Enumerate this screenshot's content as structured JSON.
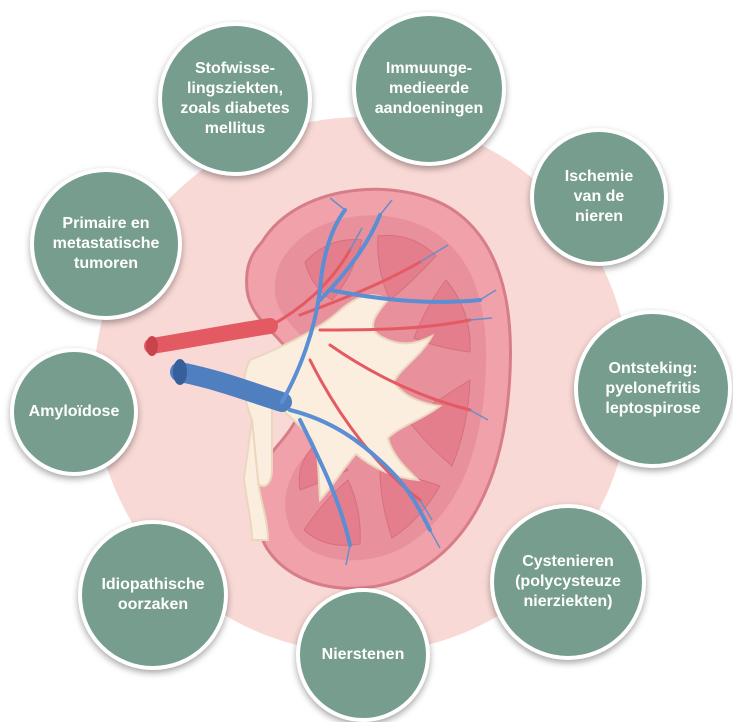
{
  "colors": {
    "bubble_fill": "#769d8e",
    "bubble_text": "#ffffff",
    "background_disc": "#f9d9d6",
    "kidney_cortex": "#f0a1a9",
    "kidney_medulla": "#e47e8c",
    "pelvis": "#fbeede",
    "artery": "#e45a63",
    "vein": "#4f7fbf"
  },
  "center_image": {
    "icon": "kidney-cross-section-illustration"
  },
  "causes": [
    {
      "id": "stofwisselingsziekten",
      "label": "Stofwisse-\nlingsziekten,\nzoals diabetes\nmellitus"
    },
    {
      "id": "immuungemedieerde",
      "label": "Immuunge-\nmedieerde\naandoeningen"
    },
    {
      "id": "ischemie",
      "label": "Ischemie\nvan de\nnieren"
    },
    {
      "id": "ontsteking",
      "label": "Ontsteking:\npyelonefritis\nleptospirose"
    },
    {
      "id": "cystenieren",
      "label": "Cystenieren\n(polycysteuze\nnierziekten)"
    },
    {
      "id": "nierstenen",
      "label": "Nierstenen"
    },
    {
      "id": "idiopathische",
      "label": "Idiopathische\noorzaken"
    },
    {
      "id": "amyloidose",
      "label": "Amyloïdose"
    },
    {
      "id": "primaire",
      "label": "Primaire en\nmetastatische\ntumoren"
    }
  ]
}
